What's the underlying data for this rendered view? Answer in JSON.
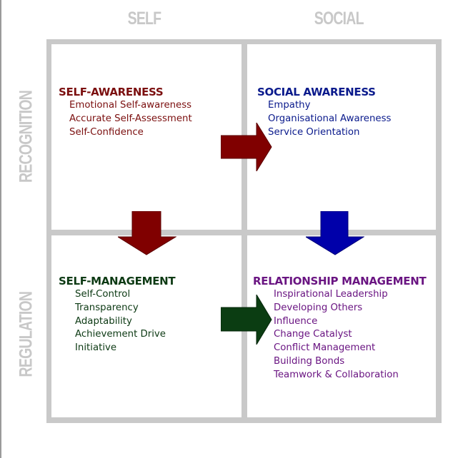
{
  "columns": {
    "self": "SELF",
    "social": "SOCIAL"
  },
  "rows": {
    "recognition": "RECOGNITION",
    "regulation": "REGULATION"
  },
  "quadrants": {
    "self_awareness": {
      "title": "SELF-AWARENESS",
      "items": [
        "Emotional Self-awareness",
        "Accurate Self-Assessment",
        "Self-Confidence"
      ],
      "color": "#7b0f0f"
    },
    "social_awareness": {
      "title": "SOCIAL AWARENESS",
      "items": [
        "Empathy",
        "Organisational Awareness",
        "Service Orientation"
      ],
      "color": "#0a1a8c"
    },
    "self_management": {
      "title": "SELF-MANAGEMENT",
      "items": [
        "Self-Control",
        "Transparency",
        "Adaptability",
        "Achievement Drive",
        "Initiative"
      ],
      "color": "#0d3a14"
    },
    "relationship_management": {
      "title": "RELATIONSHIP MANAGEMENT",
      "items": [
        "Inspirational Leadership",
        "Developing Others",
        "Influence",
        "Change Catalyst",
        "Conflict Management",
        "Building Bonds",
        "Teamwork & Collaboration"
      ],
      "color": "#6a1582"
    }
  },
  "arrows": {
    "self_to_social_awareness": {
      "direction": "right",
      "color": "#800000"
    },
    "self_awareness_to_management": {
      "direction": "down",
      "color": "#800000"
    },
    "social_awareness_to_relationship": {
      "direction": "down",
      "color": "#0000aa"
    },
    "self_management_to_relationship": {
      "direction": "right",
      "color": "#0b3d12"
    }
  }
}
